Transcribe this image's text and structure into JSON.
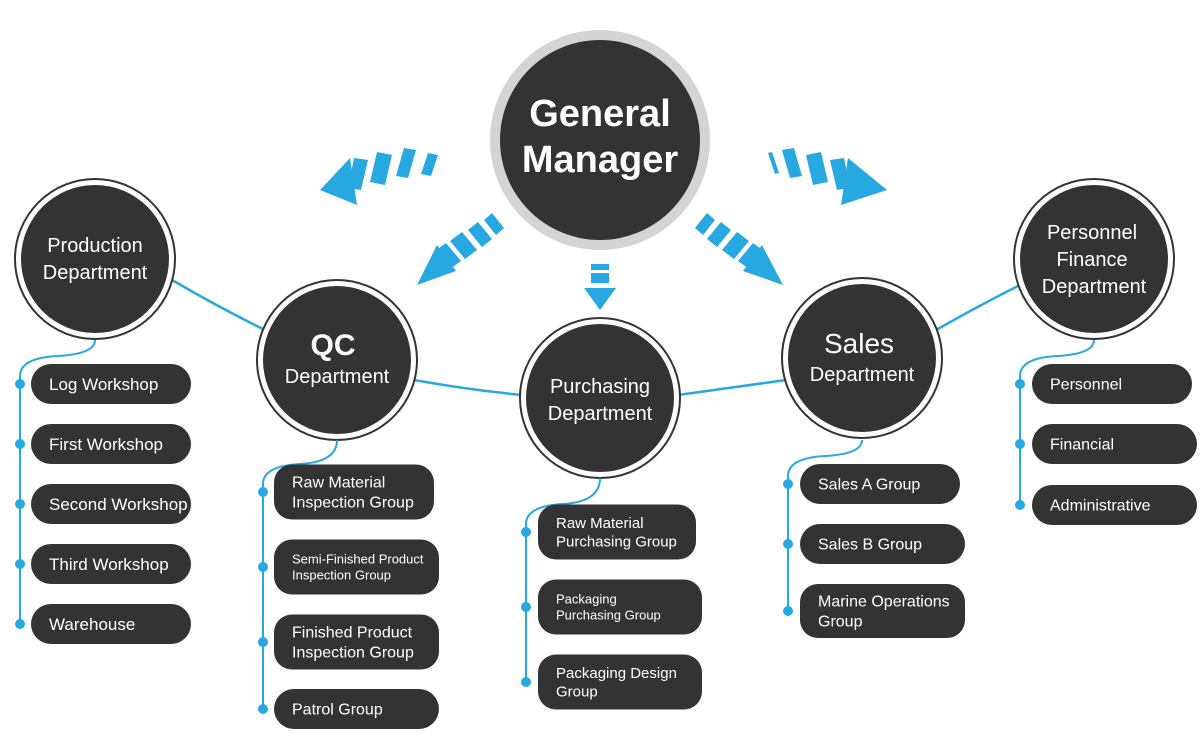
{
  "colors": {
    "node_fill": "#333333",
    "ring_gray": "#d4d4d4",
    "accent_blue": "#27a8e0",
    "text": "#ffffff"
  },
  "general_manager": {
    "line1": "General",
    "line2": "Manager"
  },
  "departments": {
    "production": {
      "line1": "Production",
      "line2": "Department",
      "groups": [
        "Log Workshop",
        "First Workshop",
        "Second Workshop",
        "Third Workshop",
        "Warehouse"
      ]
    },
    "qc": {
      "line1": "QC",
      "line2": "Department",
      "groups": [
        [
          "Raw Material",
          "Inspection Group"
        ],
        [
          "Semi-Finished Product",
          "Inspection Group"
        ],
        [
          "Finished Product",
          "Inspection Group"
        ],
        [
          "Patrol Group"
        ]
      ]
    },
    "purchasing": {
      "line1": "Purchasing",
      "line2": "Department",
      "groups": [
        [
          "Raw Material",
          "Purchasing Group"
        ],
        [
          "Packaging",
          "Purchasing Group"
        ],
        [
          "Packaging Design",
          "Group"
        ]
      ]
    },
    "sales": {
      "line1": "Sales",
      "line2": "Department",
      "groups": [
        [
          "Sales A Group"
        ],
        [
          "Sales B Group"
        ],
        [
          "Marine Operations",
          "Group"
        ]
      ]
    },
    "personnel": {
      "line1": "Personnel",
      "line2": "Finance",
      "line3": "Department",
      "groups": [
        "Personnel",
        "Financial",
        "Administrative"
      ]
    }
  }
}
